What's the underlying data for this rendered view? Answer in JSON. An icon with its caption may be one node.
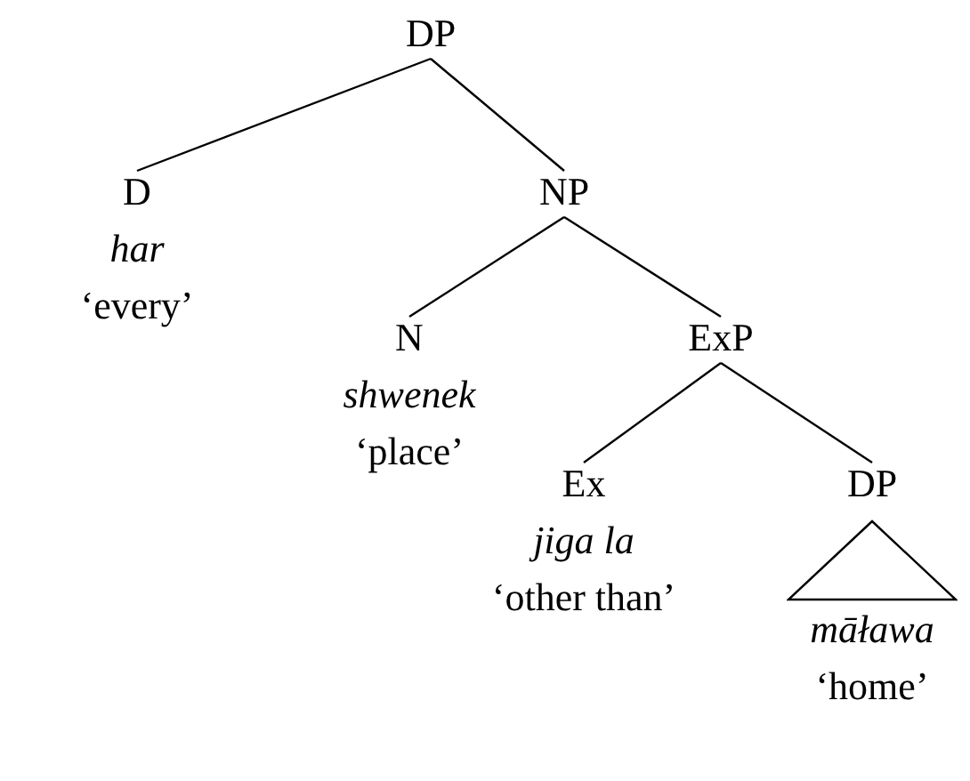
{
  "diagram": {
    "nodes": [
      {
        "text": [
          "DP"
        ]
      },
      {
        "text": [
          "D",
          "har",
          "‘every’"
        ]
      },
      {
        "text": [
          "NP"
        ]
      },
      {
        "text": [
          "N",
          "shwenek",
          "‘place’"
        ]
      },
      {
        "text": [
          "ExP"
        ]
      },
      {
        "text": [
          "Ex",
          "jiga la",
          "‘other than’"
        ]
      },
      {
        "text": [
          "DP"
        ]
      },
      {
        "text": [],
        "shape": "triangle",
        "beside": [
          "māława",
          "‘home’"
        ]
      }
    ],
    "edges": [
      {
        "from": 0,
        "to": 1,
        "arrow": "none"
      },
      {
        "from": 0,
        "to": 2,
        "arrow": "none"
      },
      {
        "from": 2,
        "to": 3,
        "arrow": "none"
      },
      {
        "from": 2,
        "to": 4,
        "arrow": "none"
      },
      {
        "from": 4,
        "to": 5,
        "arrow": "none"
      },
      {
        "from": 4,
        "to": 6,
        "arrow": "none"
      }
    ]
  }
}
